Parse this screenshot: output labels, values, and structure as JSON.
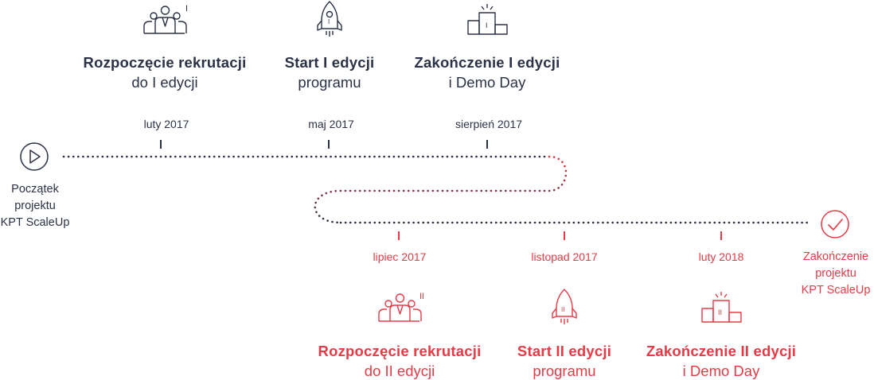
{
  "project": {
    "start_label": [
      "Początek",
      "projektu",
      "KPT ScaleUp"
    ],
    "end_label": [
      "Zakończenie",
      "projektu",
      "KPT ScaleUp"
    ]
  },
  "edition1": {
    "events": [
      {
        "title": "Rozpoczęcie rekrutacji",
        "subtitle": "do I edycji",
        "date": "luty 2017",
        "icon": "recruitment-people-icon",
        "icon_mark": "I"
      },
      {
        "title": "Start I edycji",
        "subtitle": "programu",
        "date": "maj 2017",
        "icon": "rocket-icon",
        "icon_mark": "I"
      },
      {
        "title": "Zakończenie I edycji",
        "subtitle": "i  Demo Day",
        "date": "sierpień 2017",
        "icon": "podium-icon",
        "icon_mark": "I"
      }
    ]
  },
  "edition2": {
    "events": [
      {
        "title": "Rozpoczęcie rekrutacji",
        "subtitle": "do II edycji",
        "date": "lipiec 2017",
        "icon": "recruitment-people-icon",
        "icon_mark": "II"
      },
      {
        "title": "Start II edycji",
        "subtitle": "programu",
        "date": "listopad 2017",
        "icon": "rocket-icon",
        "icon_mark": "II"
      },
      {
        "title": "Zakończenie II edycji",
        "subtitle": "i  Demo Day",
        "date": "luty 2018",
        "icon": "podium-icon",
        "icon_mark": "II"
      }
    ]
  },
  "colors": {
    "navy": "#2b3147",
    "red": "#e63b46"
  }
}
